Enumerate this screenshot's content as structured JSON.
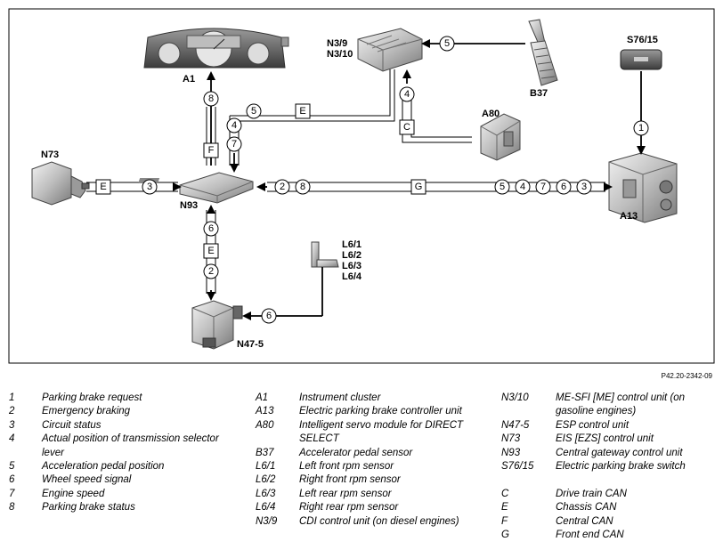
{
  "components": {
    "A1": "A1",
    "N3": [
      "N3/9",
      "N3/10"
    ],
    "B37": "B37",
    "S76": "S76/15",
    "A80": "A80",
    "N73": "N73",
    "N93": "N93",
    "A13": "A13",
    "L6": [
      "L6/1",
      "L6/2",
      "L6/3",
      "L6/4"
    ],
    "N47": "N47-5"
  },
  "signals": {
    "a1_link": "8",
    "n3_n93_a": "5",
    "n3_n93_b": "4",
    "n3_n93_c": "7",
    "b37_n3": "5",
    "a80_n3": "4",
    "s76_a13": "1",
    "n73_n93": "3",
    "n93_a13_left": [
      "2",
      "8"
    ],
    "n93_a13_right": [
      "5",
      "4",
      "7",
      "6",
      "3"
    ],
    "n93_n47": [
      "6",
      "2"
    ],
    "l6_n47": "6"
  },
  "buses": {
    "a1": "F",
    "n3": "E",
    "a80": "C",
    "n73": "E",
    "a13": "G",
    "n47": "E"
  },
  "reference": "P42.20-2342-09",
  "legend": {
    "col1": [
      {
        "key": "1",
        "text": "Parking brake request"
      },
      {
        "key": "2",
        "text": "Emergency braking"
      },
      {
        "key": "3",
        "text": "Circuit status"
      },
      {
        "key": "4",
        "text": "Actual position of transmission selector lever"
      },
      {
        "key": "5",
        "text": "Acceleration pedal position"
      },
      {
        "key": "6",
        "text": "Wheel speed signal"
      },
      {
        "key": "7",
        "text": "Engine speed"
      },
      {
        "key": "8",
        "text": "Parking brake status"
      }
    ],
    "col2": [
      {
        "key": "A1",
        "text": "Instrument cluster"
      },
      {
        "key": "A13",
        "text": "Electric parking brake controller unit"
      },
      {
        "key": "A80",
        "text": "Intelligent servo module for DIRECT SELECT"
      },
      {
        "key": "B37",
        "text": "Accelerator pedal sensor"
      },
      {
        "key": "L6/1",
        "text": "Left front rpm sensor"
      },
      {
        "key": "L6/2",
        "text": "Right front rpm sensor"
      },
      {
        "key": "L6/3",
        "text": "Left rear rpm sensor"
      },
      {
        "key": "L6/4",
        "text": "Right rear rpm sensor"
      },
      {
        "key": "N3/9",
        "text": "CDI control unit (on diesel engines)"
      }
    ],
    "col3": [
      {
        "key": "N3/10",
        "text": "ME-SFI [ME] control unit (on gasoline engines)"
      },
      {
        "key": "N47-5",
        "text": "ESP control unit"
      },
      {
        "key": "N73",
        "text": "EIS [EZS] control unit"
      },
      {
        "key": "N93",
        "text": "Central gateway control unit"
      },
      {
        "key": "S76/15",
        "text": "Electric parking brake switch"
      },
      {
        "key": "C",
        "text": "Drive train CAN"
      },
      {
        "key": "E",
        "text": "Chassis CAN"
      },
      {
        "key": "F",
        "text": "Central CAN"
      },
      {
        "key": "G",
        "text": "Front end CAN"
      }
    ]
  }
}
